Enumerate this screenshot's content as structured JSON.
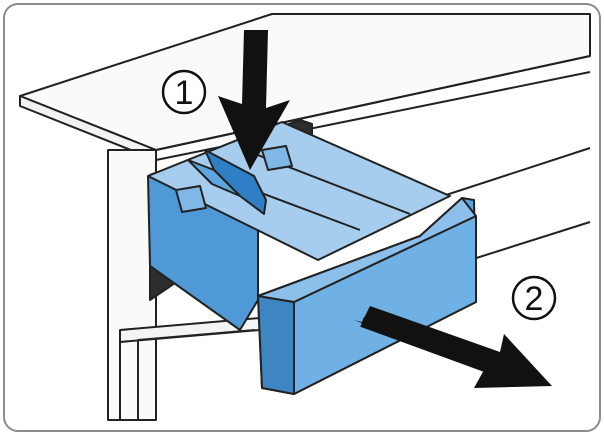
{
  "steps": [
    {
      "number": "1",
      "action": "press-down"
    },
    {
      "number": "2",
      "action": "pull-out"
    }
  ],
  "colors": {
    "drawer_blue": "#5da6df",
    "drawer_blue_light": "#a7cdee",
    "drawer_blue_dark": "#3d86c2",
    "outline": "#222222",
    "arrow": "#111111",
    "border": "#8c8c8c"
  }
}
